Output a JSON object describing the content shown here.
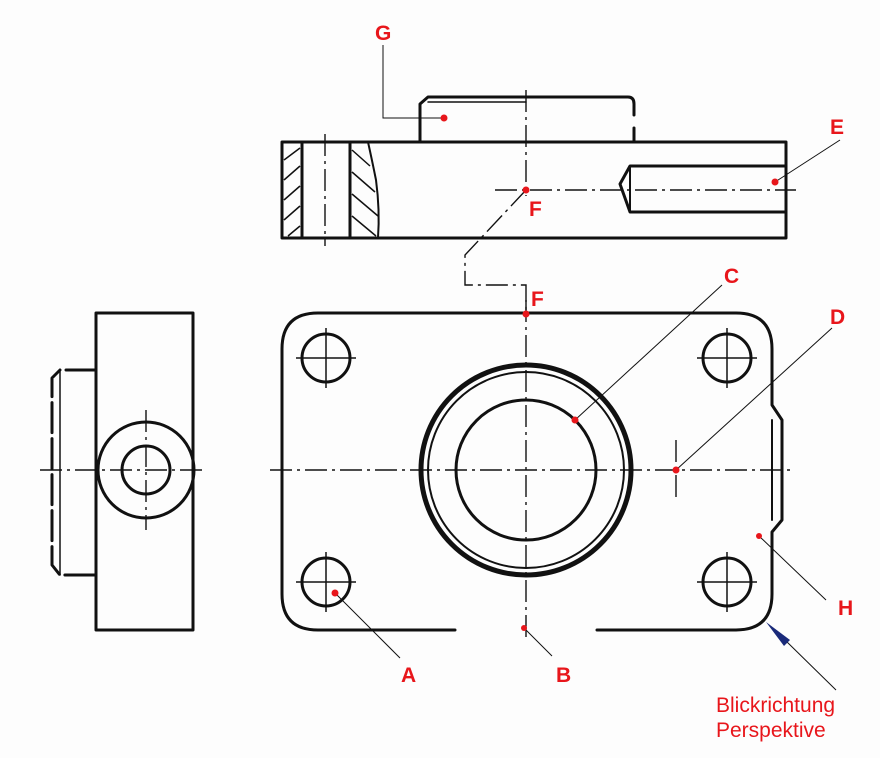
{
  "labels": {
    "A": "A",
    "B": "B",
    "C": "C",
    "D": "D",
    "E": "E",
    "F_top": "F",
    "F_bottom": "F",
    "G": "G",
    "H": "H"
  },
  "caption": {
    "line1": "Blickrichtung",
    "line2": "Perspektive"
  },
  "colors": {
    "label": "#e8161b",
    "arrow": "#1a2a7a",
    "line": "#111111"
  }
}
